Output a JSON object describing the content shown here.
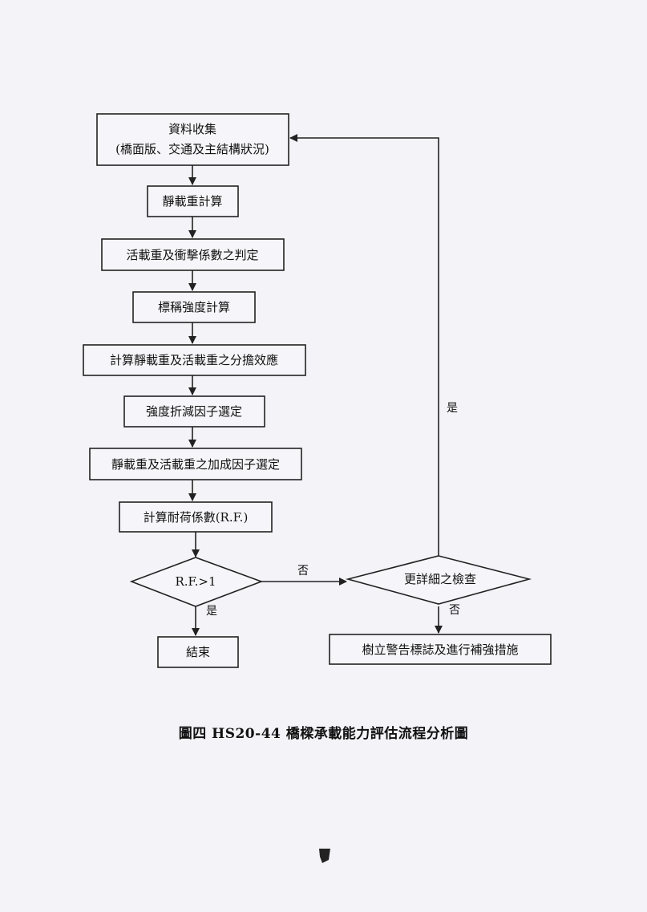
{
  "nodes": {
    "data_collection_line1": "資料收集",
    "data_collection_line2": "(橋面版、交通及主結構狀況)",
    "dead_load_calc": "靜載重計算",
    "live_load_impact": "活載重及衝擊係數之判定",
    "nominal_strength": "標稱強度計算",
    "load_effects": "計算靜載重及活載重之分擔效應",
    "strength_reduction": "強度折減因子選定",
    "load_factors": "靜載重及活載重之加成因子選定",
    "rating_factor_calc": "計算耐荷係數(R.F.)",
    "decision_rf": "R.F.>1",
    "end": "結束",
    "detailed_check": "更詳細之檢查",
    "warning_measures": "樹立警告標誌及進行補強措施"
  },
  "edges": {
    "decision_no": "否",
    "decision_yes": "是",
    "check_no": "否",
    "check_yes": "是"
  },
  "caption": "圖四  HS20-44 橋樑承載能力評估流程分析圖"
}
